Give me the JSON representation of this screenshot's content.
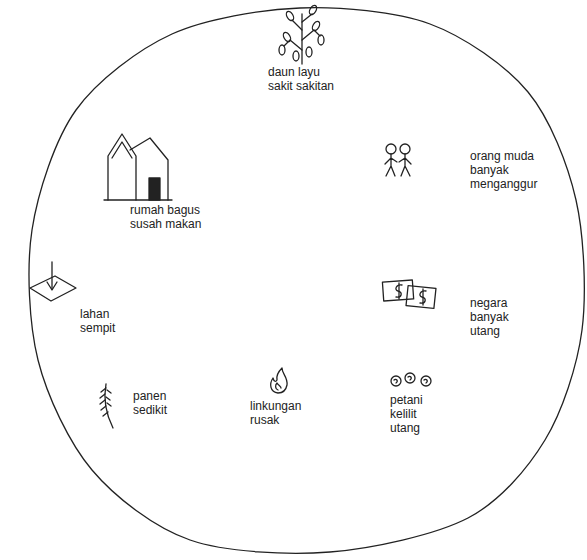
{
  "diagram": {
    "nodes": [
      {
        "text": [
          "daun layu sakit sakitan",
          "orang muda banyak menganggur",
          "rumah bagus susah makan",
          "lahan sempit",
          "negara banyak utang",
          "panen sedikit",
          "petani kelilit utang",
          "linkungan rusak"
        ]
      }
    ]
  }
}
